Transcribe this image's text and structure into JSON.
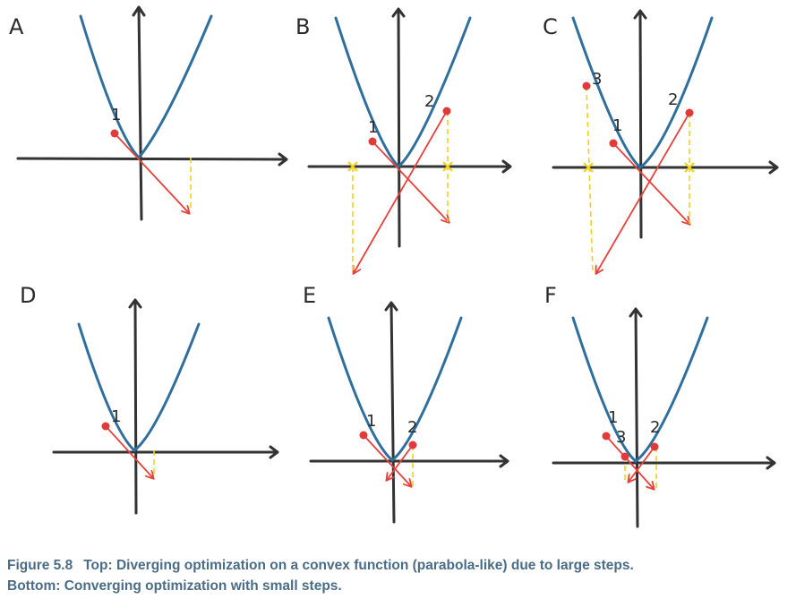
{
  "figure": {
    "panels": [
      {
        "letter": "A",
        "points": [
          {
            "label": "1"
          }
        ]
      },
      {
        "letter": "B",
        "points": [
          {
            "label": "1"
          },
          {
            "label": "2"
          }
        ]
      },
      {
        "letter": "C",
        "points": [
          {
            "label": "1"
          },
          {
            "label": "2"
          },
          {
            "label": "3"
          }
        ]
      },
      {
        "letter": "D",
        "points": [
          {
            "label": "1"
          }
        ]
      },
      {
        "letter": "E",
        "points": [
          {
            "label": "1"
          },
          {
            "label": "2"
          }
        ]
      },
      {
        "letter": "F",
        "points": [
          {
            "label": "1"
          },
          {
            "label": "2"
          },
          {
            "label": "3"
          }
        ]
      }
    ],
    "colors": {
      "axis": "#333333",
      "curve": "#2f6f9e",
      "step": "#e8403a",
      "point": "#e23a3a",
      "guide": "#f2d21b",
      "caption": "#4a6c86"
    }
  },
  "caption": {
    "number": "Figure 5.8",
    "line1": "Top: Diverging optimization on a convex function (parabola-like) due to large steps.",
    "line2": "Bottom: Converging optimization with small steps."
  }
}
